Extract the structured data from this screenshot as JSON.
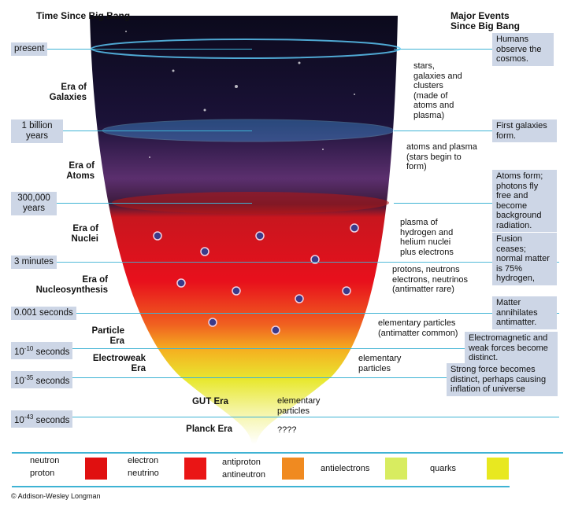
{
  "headers": {
    "left": "Time Since Big Bang",
    "right": "Major Events Since Big Bang"
  },
  "times": [
    "present",
    "1 billion years",
    "300,000 years",
    "3 minutes",
    "0.001 seconds",
    "10-10 seconds",
    "10-35 seconds",
    "10-43 seconds"
  ],
  "time_exponents": {
    "t10": {
      "base": "10",
      "exp": "-10",
      "unit": "seconds"
    },
    "t35": {
      "base": "10",
      "exp": "-35",
      "unit": "seconds"
    },
    "t43": {
      "base": "10",
      "exp": "-43",
      "unit": "seconds"
    }
  },
  "eras": [
    "Era of Galaxies",
    "Era of Atoms",
    "Era of Nuclei",
    "Era of Nucleosynthesis",
    "Particle Era",
    "Electroweak Era",
    "GUT Era",
    "Planck Era"
  ],
  "contents": [
    "stars, galaxies and clusters (made of atoms and plasma)",
    "atoms and plasma (stars begin to form)",
    "plasma of hydrogen and helium nuclei plus electrons",
    "protons, neutrons electrons, neutrinos (antimatter rare)",
    "elementary particles (antimatter common)",
    "elementary particles",
    "elementary particles",
    "????"
  ],
  "events": [
    "Humans observe the cosmos.",
    "First galaxies form.",
    "Atoms form; photons fly free and become background radiation.",
    "Fusion ceases; normal matter is 75% hydrogen,",
    "Matter annihilates antimatter.",
    "Electromagnetic and weak forces become distinct.",
    "Strong force becomes distinct, perhaps causing inflation of universe"
  ],
  "legend": {
    "neutron": "neutron",
    "proton": "proton",
    "electron": "electron",
    "neutrino": "neutrino",
    "antiproton": "antiproton",
    "antineutron": "antineutron",
    "antielectrons": "antielectrons",
    "quarks": "quarks"
  },
  "copyright": "© Addison-Wesley Longman",
  "colors": {
    "line": "#3fb3d4",
    "box": "#cdd6e6"
  }
}
